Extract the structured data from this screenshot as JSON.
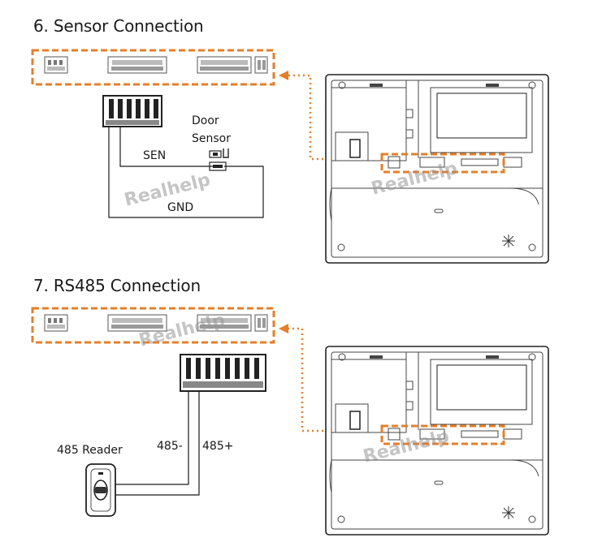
{
  "sections": [
    {
      "title": "6. Sensor Connection",
      "device_label_line1": "Door",
      "device_label_line2": "Sensor",
      "wire_labels": [
        "SEN",
        "GND"
      ]
    },
    {
      "title": "7. RS485 Connection",
      "device_label": "485 Reader",
      "wire_labels": [
        "485-",
        "485+"
      ]
    }
  ],
  "watermark": "Realhelp",
  "colors": {
    "highlight_dashed": "#e57f2a",
    "line": "#1a1a1a",
    "panel_outline": "#222222"
  }
}
